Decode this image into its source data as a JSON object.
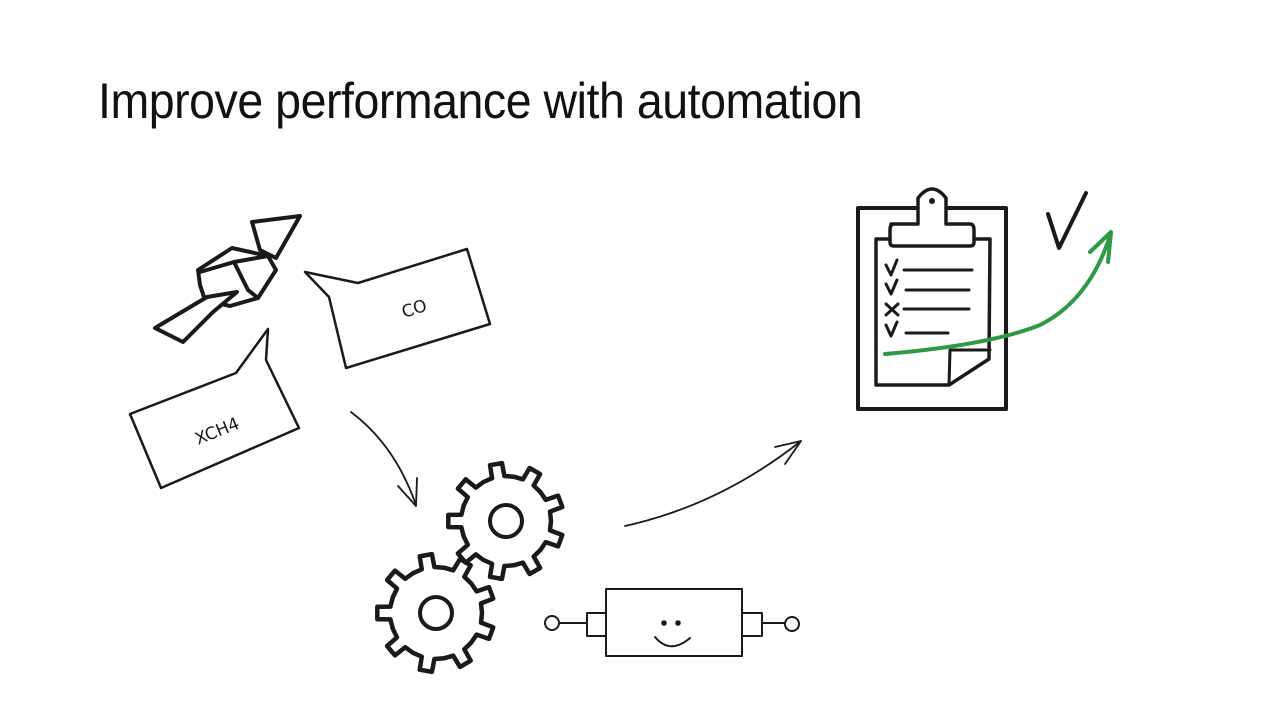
{
  "slide": {
    "title": "Improve performance with automation"
  },
  "diagram": {
    "bubbles": [
      {
        "id": "co",
        "text": "CO"
      },
      {
        "id": "xch4",
        "text": "XCH4"
      }
    ],
    "icons": {
      "source": "satellite-icon",
      "process": "gears-icon",
      "component": "robot-block-icon",
      "result": "clipboard-checklist-icon",
      "trend": "growth-arrow-icon",
      "success": "checkmark-icon"
    },
    "checklist": [
      "check",
      "check",
      "cross",
      "check"
    ],
    "colors": {
      "ink": "#1a1a1a",
      "accent": "#2e9a45",
      "background": "#ffffff"
    }
  }
}
